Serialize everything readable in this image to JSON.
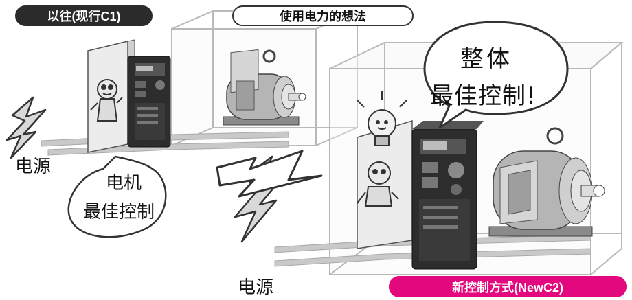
{
  "labels": {
    "old_method": "以往(现行C1)",
    "idea": "使用电力的想法",
    "new_method": "新控制方式(NewC2)"
  },
  "power_source_label_1": "电源",
  "power_source_label_2": "电源",
  "bubble_small": {
    "line1": "电机",
    "line2": "最佳控制"
  },
  "bubble_big": {
    "line1": "整体",
    "line2": "最佳控制!"
  },
  "colors": {
    "new_badge": "#e3087e",
    "old_badge": "#2b2b2b"
  }
}
